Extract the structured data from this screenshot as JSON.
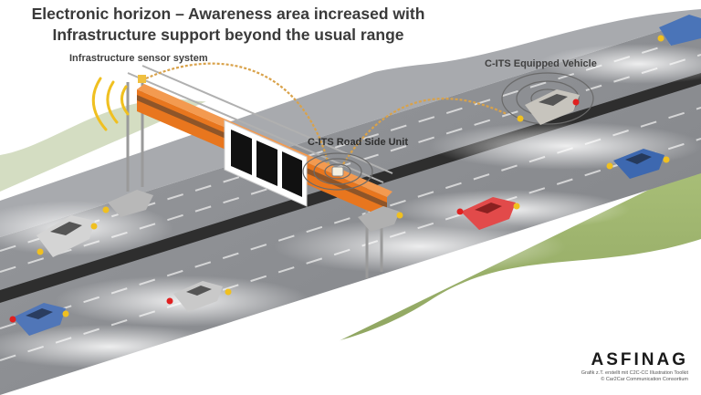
{
  "title": {
    "line1": "Electronic horizon – Awareness area increased with",
    "line2": "Infrastructure support beyond the usual range"
  },
  "labels": {
    "sensor": "Infrastructure sensor system",
    "vehicle": "C-ITS Equipped Vehicle",
    "rsu": "C-ITS Road Side Unit"
  },
  "logo": {
    "text": "ASFINAG",
    "credit_line1": "Grafik z.T. erstellt mit C2C-CC Illustration Toolkit",
    "credit_line2": "© Car2Car Communication Consortium"
  },
  "colors": {
    "road": "#8e9094",
    "median": "#3a3a3a",
    "grass": "#9ab06a",
    "gantry": "#e8761e",
    "link": "#d9a24a",
    "car_light": "#f0c020",
    "brake_light": "#e02020"
  }
}
